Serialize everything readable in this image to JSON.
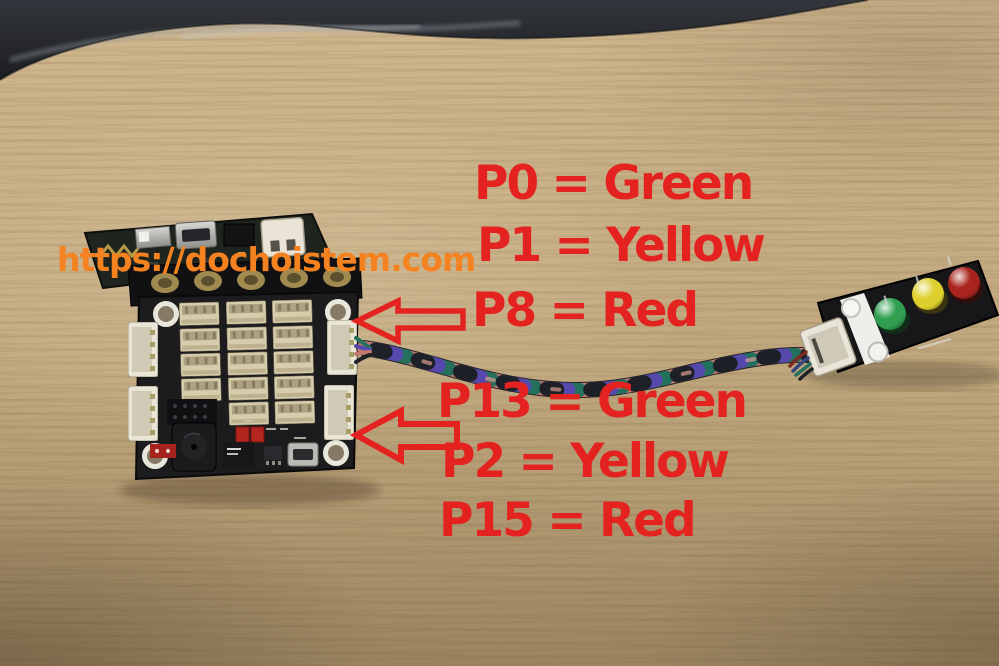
{
  "watermark": {
    "text": "https://dochoistem.com"
  },
  "annotations": {
    "labels": [
      "P0 = Green",
      "P1 = Yellow",
      "P8 = Red",
      "P13 = Green",
      "P2 = Yellow",
      "P15 = Red"
    ]
  },
  "colors": {
    "annotation_red": "#e42320",
    "watermark_orange": "#f58220",
    "led_green": "#2f9e4f",
    "led_yellow": "#ddd02e",
    "led_red": "#a8241c",
    "wood_base": "#c4ab81",
    "pcb_black": "#1c1c1f"
  }
}
